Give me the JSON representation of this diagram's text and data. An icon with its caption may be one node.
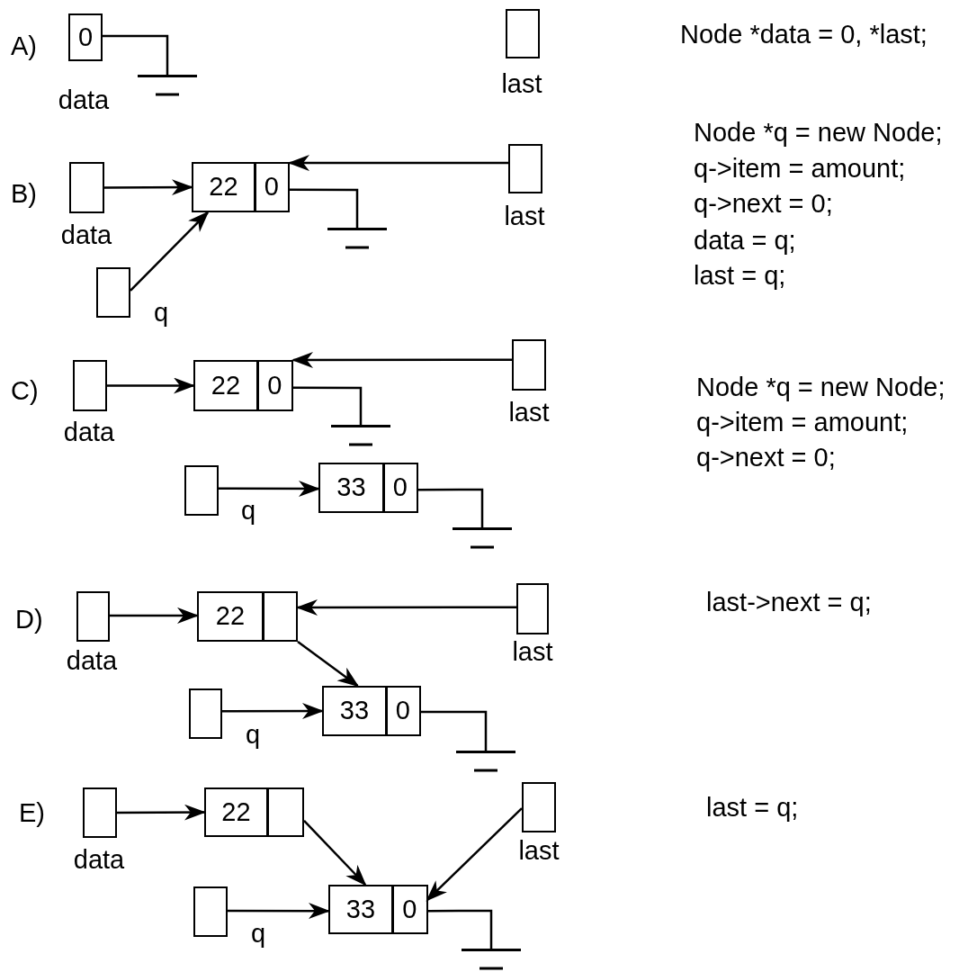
{
  "diagram": {
    "nodes": [
      {
        "text": [
          "0"
        ],
        "beside": [
          "data"
        ]
      },
      {
        "text": [],
        "shape": "ground"
      },
      {
        "text": [],
        "shape": "box",
        "beside": [
          "last"
        ]
      },
      {
        "text": [],
        "shape": "box",
        "beside": [
          "data"
        ]
      },
      {
        "text": [],
        "shape": "box"
      },
      {
        "text": [
          "22"
        ],
        "in": 4
      },
      {
        "text": [
          "0"
        ],
        "in": 4
      },
      {
        "text": [],
        "shape": "ground"
      },
      {
        "text": [],
        "shape": "box",
        "beside": [
          "last"
        ]
      },
      {
        "text": [],
        "shape": "box",
        "beside": [
          "q"
        ]
      },
      {
        "text": [],
        "shape": "box",
        "beside": [
          "data"
        ]
      },
      {
        "text": [],
        "shape": "box"
      },
      {
        "text": [
          "22"
        ],
        "in": 11
      },
      {
        "text": [
          "0"
        ],
        "in": 11
      },
      {
        "text": [],
        "shape": "ground"
      },
      {
        "text": [],
        "shape": "box",
        "beside": [
          "last"
        ]
      },
      {
        "text": [],
        "shape": "box",
        "beside": [
          "q"
        ]
      },
      {
        "text": [],
        "shape": "box"
      },
      {
        "text": [
          "33"
        ],
        "in": 17
      },
      {
        "text": [
          "0"
        ],
        "in": 17
      },
      {
        "text": [],
        "shape": "ground"
      },
      {
        "text": [],
        "shape": "box",
        "beside": [
          "data"
        ]
      },
      {
        "text": [],
        "shape": "box"
      },
      {
        "text": [
          "22"
        ],
        "in": 22
      },
      {
        "text": [],
        "shape": "box",
        "in": 22
      },
      {
        "text": [],
        "shape": "box",
        "beside": [
          "last"
        ]
      },
      {
        "text": [],
        "shape": "box",
        "beside": [
          "q"
        ]
      },
      {
        "text": [],
        "shape": "box"
      },
      {
        "text": [
          "33"
        ],
        "in": 27
      },
      {
        "text": [
          "0"
        ],
        "in": 27
      },
      {
        "text": [],
        "shape": "ground"
      },
      {
        "text": [],
        "shape": "box",
        "beside": [
          "data"
        ]
      },
      {
        "text": [],
        "shape": "box"
      },
      {
        "text": [
          "22"
        ],
        "in": 32
      },
      {
        "text": [],
        "shape": "box",
        "in": 32
      },
      {
        "text": [],
        "shape": "box",
        "beside": [
          "last"
        ]
      },
      {
        "text": [],
        "shape": "box",
        "beside": [
          "q"
        ]
      },
      {
        "text": [],
        "shape": "box"
      },
      {
        "text": [
          "33"
        ],
        "in": 37
      },
      {
        "text": [
          "0"
        ],
        "in": 37
      },
      {
        "text": [],
        "shape": "ground"
      }
    ],
    "edges": [
      {
        "from": 0,
        "to": 1,
        "arrow": "none"
      },
      {
        "from": 3,
        "to": 4,
        "arrow": "to"
      },
      {
        "from": 8,
        "to": 4,
        "arrow": "to"
      },
      {
        "from": 9,
        "to": 4,
        "arrow": "to"
      },
      {
        "from": 6,
        "to": 7,
        "arrow": "none"
      },
      {
        "from": 10,
        "to": 11,
        "arrow": "to"
      },
      {
        "from": 15,
        "to": 11,
        "arrow": "to"
      },
      {
        "from": 13,
        "to": 14,
        "arrow": "none"
      },
      {
        "from": 16,
        "to": 17,
        "arrow": "to"
      },
      {
        "from": 19,
        "to": 20,
        "arrow": "none"
      },
      {
        "from": 21,
        "to": 22,
        "arrow": "to"
      },
      {
        "from": 25,
        "to": 22,
        "arrow": "to"
      },
      {
        "from": 24,
        "to": 27,
        "arrow": "to"
      },
      {
        "from": 26,
        "to": 27,
        "arrow": "to"
      },
      {
        "from": 29,
        "to": 30,
        "arrow": "none"
      },
      {
        "from": 31,
        "to": 32,
        "arrow": "to"
      },
      {
        "from": 34,
        "to": 37,
        "arrow": "to"
      },
      {
        "from": 35,
        "to": 37,
        "arrow": "to"
      },
      {
        "from": 36,
        "to": 37,
        "arrow": "to"
      },
      {
        "from": 39,
        "to": 40,
        "arrow": "none"
      }
    ],
    "labels": [
      "A)",
      "Node *data = 0, *last;",
      "B)",
      "Node *q = new Node;",
      "q->item = amount;",
      "q->next = 0;",
      "data = q;",
      "last = q;",
      "C)",
      "Node *q = new Node;",
      "q->item = amount;",
      "q->next = 0;",
      "D)",
      "last->next = q;",
      "E)",
      "last = q;"
    ]
  }
}
